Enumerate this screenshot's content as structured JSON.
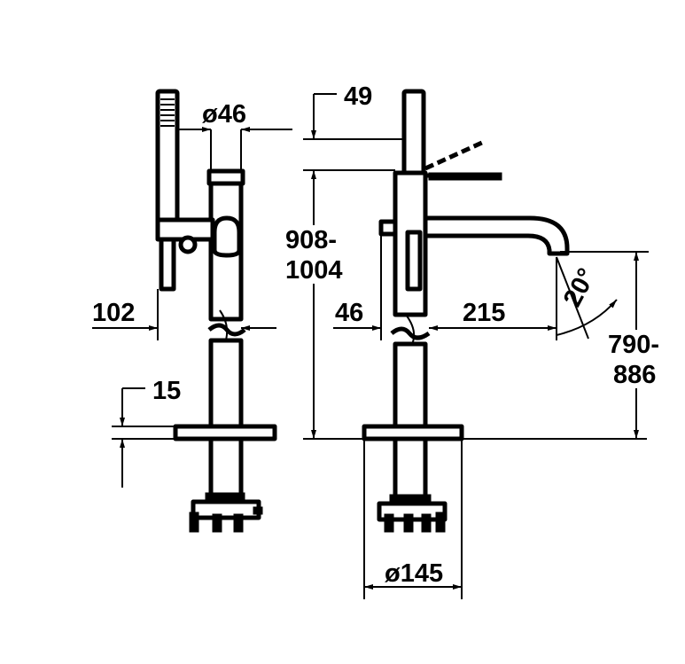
{
  "colors": {
    "line": "#000000",
    "background": "#ffffff"
  },
  "dimensions": {
    "diameter_46": "ø46",
    "height_49": "49",
    "range_908_1004": [
      "908-",
      "1004"
    ],
    "side_102": "102",
    "base_15": "15",
    "offset_46": "46",
    "reach_215": "215",
    "angle_20": "20°",
    "spout_height": [
      "790-",
      "886"
    ],
    "diameter_145": "ø145"
  }
}
